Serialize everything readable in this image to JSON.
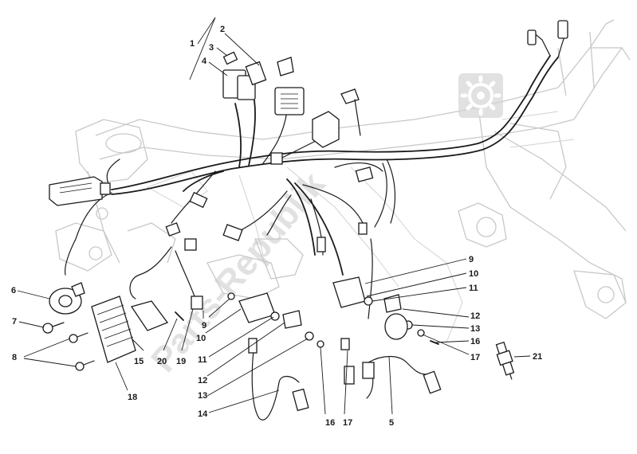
{
  "watermark": {
    "text": "Parts-Republik",
    "icon": "gear-icon",
    "color": "#c9c9c9"
  },
  "colors": {
    "line": "#1a1a1a",
    "frame": "#c8c8c8",
    "background": "#ffffff"
  },
  "callouts": [
    {
      "id": "c1",
      "text": "1"
    },
    {
      "id": "c2",
      "text": "2"
    },
    {
      "id": "c3",
      "text": "3"
    },
    {
      "id": "c4",
      "text": "4"
    },
    {
      "id": "c5",
      "text": "5"
    },
    {
      "id": "c6",
      "text": "6"
    },
    {
      "id": "c7",
      "text": "7"
    },
    {
      "id": "c8",
      "text": "8"
    },
    {
      "id": "c9a",
      "text": "9"
    },
    {
      "id": "c9b",
      "text": "9"
    },
    {
      "id": "c10a",
      "text": "10"
    },
    {
      "id": "c10b",
      "text": "10"
    },
    {
      "id": "c11a",
      "text": "11"
    },
    {
      "id": "c11b",
      "text": "11"
    },
    {
      "id": "c12a",
      "text": "12"
    },
    {
      "id": "c12b",
      "text": "12"
    },
    {
      "id": "c13a",
      "text": "13"
    },
    {
      "id": "c13b",
      "text": "13"
    },
    {
      "id": "c14",
      "text": "14"
    },
    {
      "id": "c15",
      "text": "15"
    },
    {
      "id": "c16a",
      "text": "16"
    },
    {
      "id": "c16b",
      "text": "16"
    },
    {
      "id": "c17a",
      "text": "17"
    },
    {
      "id": "c17b",
      "text": "17"
    },
    {
      "id": "c18",
      "text": "18"
    },
    {
      "id": "c19",
      "text": "19"
    },
    {
      "id": "c20",
      "text": "20"
    },
    {
      "id": "c21",
      "text": "21"
    }
  ]
}
